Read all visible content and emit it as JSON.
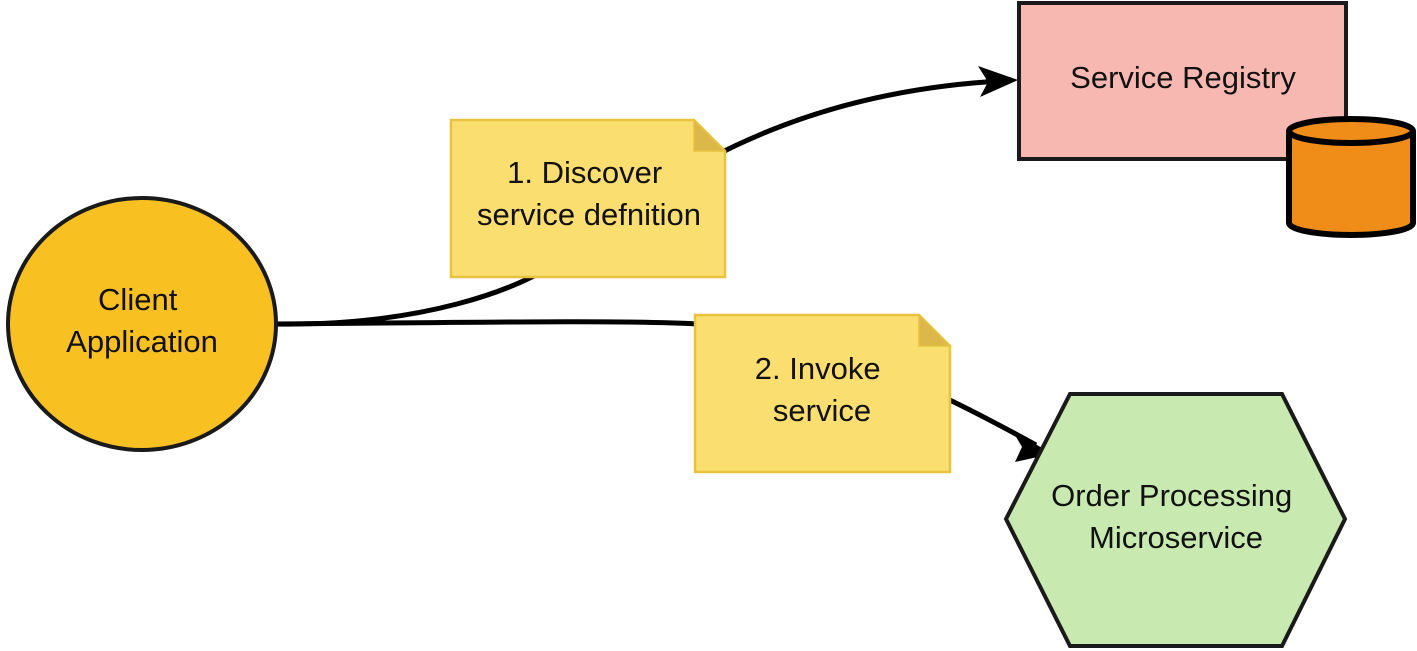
{
  "diagram": {
    "client": {
      "lines": [
        "Client",
        "Application"
      ]
    },
    "registry": {
      "label": "Service Registry"
    },
    "order_service": {
      "lines": [
        "Order Processing",
        "Microservice"
      ]
    },
    "note_discover": {
      "lines": [
        "1. Discover",
        "service defnition"
      ]
    },
    "note_invoke": {
      "lines": [
        "2. Invoke",
        "service"
      ]
    }
  }
}
